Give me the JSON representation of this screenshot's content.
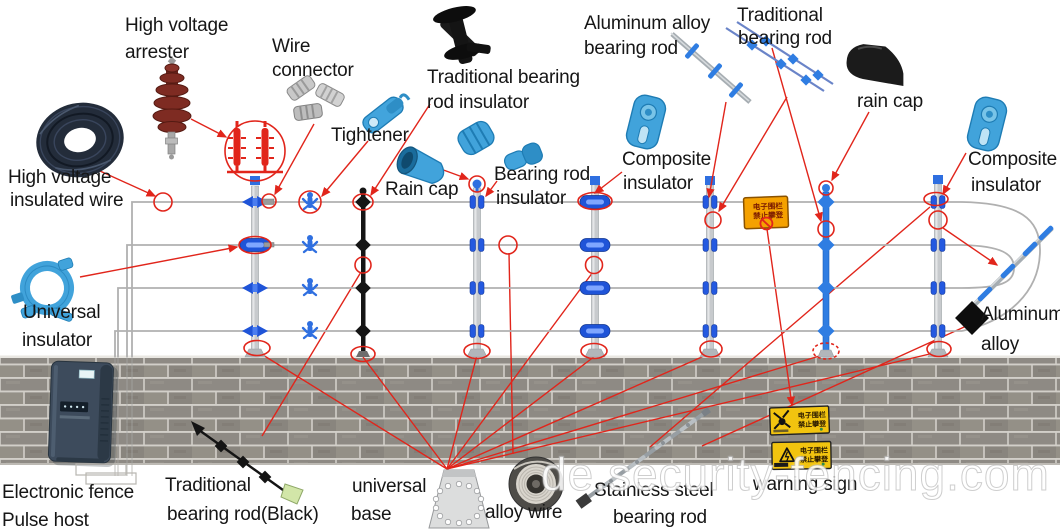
{
  "watermark": "de.security-fencing.com",
  "colors": {
    "leader_red": "#e1251b",
    "insulator_blue": "#1f54d8",
    "part_sky_blue": "#41a3db",
    "post_gray": "#c7cacd",
    "brick_gray": "#8e8a84",
    "sign_yellow": "#f2c40f",
    "fence_sign_orange": "#f5a100"
  },
  "labels": {
    "high_voltage_arrester": [
      "High voltage",
      "arrester"
    ],
    "wire_connector": [
      "Wire",
      "connector"
    ],
    "tightener": [
      "Tightener"
    ],
    "traditional_bearing_rod_insulator": [
      "Traditional bearing",
      "rod insulator"
    ],
    "rain_cap_left": [
      "Rain cap"
    ],
    "bearing_rod_insulator": [
      "Bearing rod",
      "insulator"
    ],
    "aluminum_alloy_bearing_rod": [
      "Aluminum alloy",
      "bearing rod"
    ],
    "composite_insulator_left": [
      "Composite",
      "insulator"
    ],
    "traditional_bearing_rod": [
      "Traditional",
      "bearing rod"
    ],
    "rain_cap_right": [
      "rain cap"
    ],
    "composite_insulator_right": [
      "Composite",
      "insulator"
    ],
    "high_voltage_insulated_wire": [
      "High voltage",
      "insulated wire"
    ],
    "universal_insulator": [
      "Universal",
      "insulator"
    ],
    "aluminum_alloy": [
      "Aluminum",
      "alloy"
    ],
    "electronic_fence_pulse_host": [
      "Electronic fence",
      "Pulse host"
    ],
    "traditional_bearing_rod_black": [
      "Traditional",
      "bearing rod(Black)"
    ],
    "universal_base": [
      "universal",
      "base"
    ],
    "alloy_wire": [
      "alloy wire"
    ],
    "stainless_steel_bearing_rod": [
      "Stainless steel",
      "bearing rod"
    ],
    "warning_sign": [
      "warning sign"
    ]
  },
  "signs": {
    "fence_sign": {
      "line1": "电子围栏",
      "line2": "禁止攀登"
    },
    "wall_sign_top": {
      "line1": "电子围栏",
      "line2": "禁止攀登"
    },
    "wall_sign_bottom": {
      "line1": "电子围栏",
      "line2": "禁止攀登"
    }
  }
}
